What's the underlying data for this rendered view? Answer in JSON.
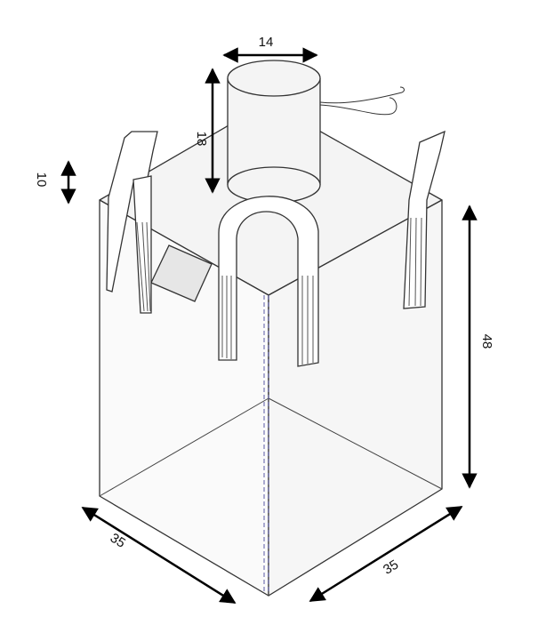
{
  "diagram": {
    "dimensions": {
      "spout_diameter": "14",
      "spout_height": "18",
      "loop_height": "10",
      "bag_height": "48",
      "bag_width_left": "35",
      "bag_width_right": "35"
    }
  }
}
